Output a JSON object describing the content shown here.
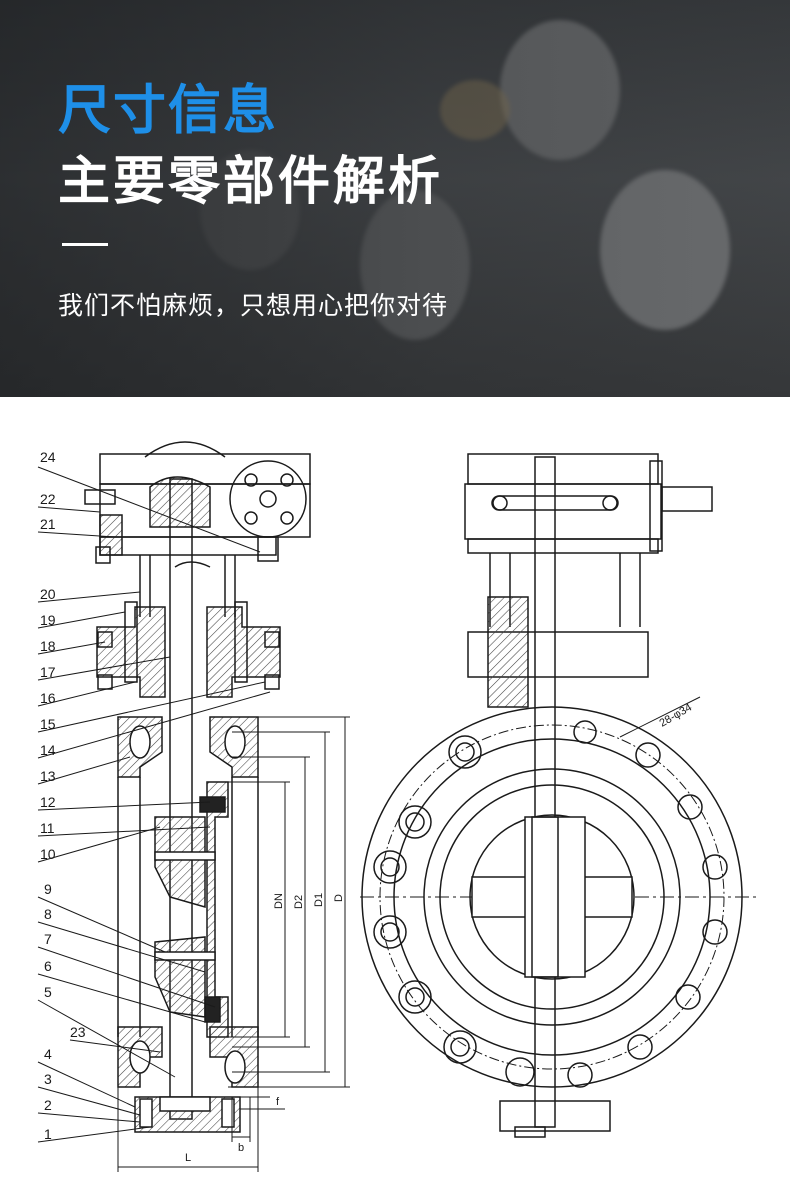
{
  "header": {
    "title_blue": "尺寸信息",
    "title_white": "主要零部件解析",
    "subtitle": "我们不怕麻烦，只想用心把你对待"
  },
  "diagram": {
    "part_numbers": [
      "24",
      "22",
      "21",
      "20",
      "19",
      "18",
      "17",
      "16",
      "15",
      "14",
      "13",
      "12",
      "11",
      "10",
      "9",
      "8",
      "7",
      "6",
      "5",
      "23",
      "4",
      "3",
      "2",
      "1"
    ],
    "dim_labels": {
      "DN": "DN",
      "D2": "D2",
      "D1": "D1",
      "D": "D",
      "L": "L",
      "f": "f",
      "b": "b"
    },
    "bolt_callout": "28-φ34"
  },
  "colors": {
    "accent": "#1e8fe8",
    "line": "#1a1a1a",
    "hatch": "#555555"
  }
}
